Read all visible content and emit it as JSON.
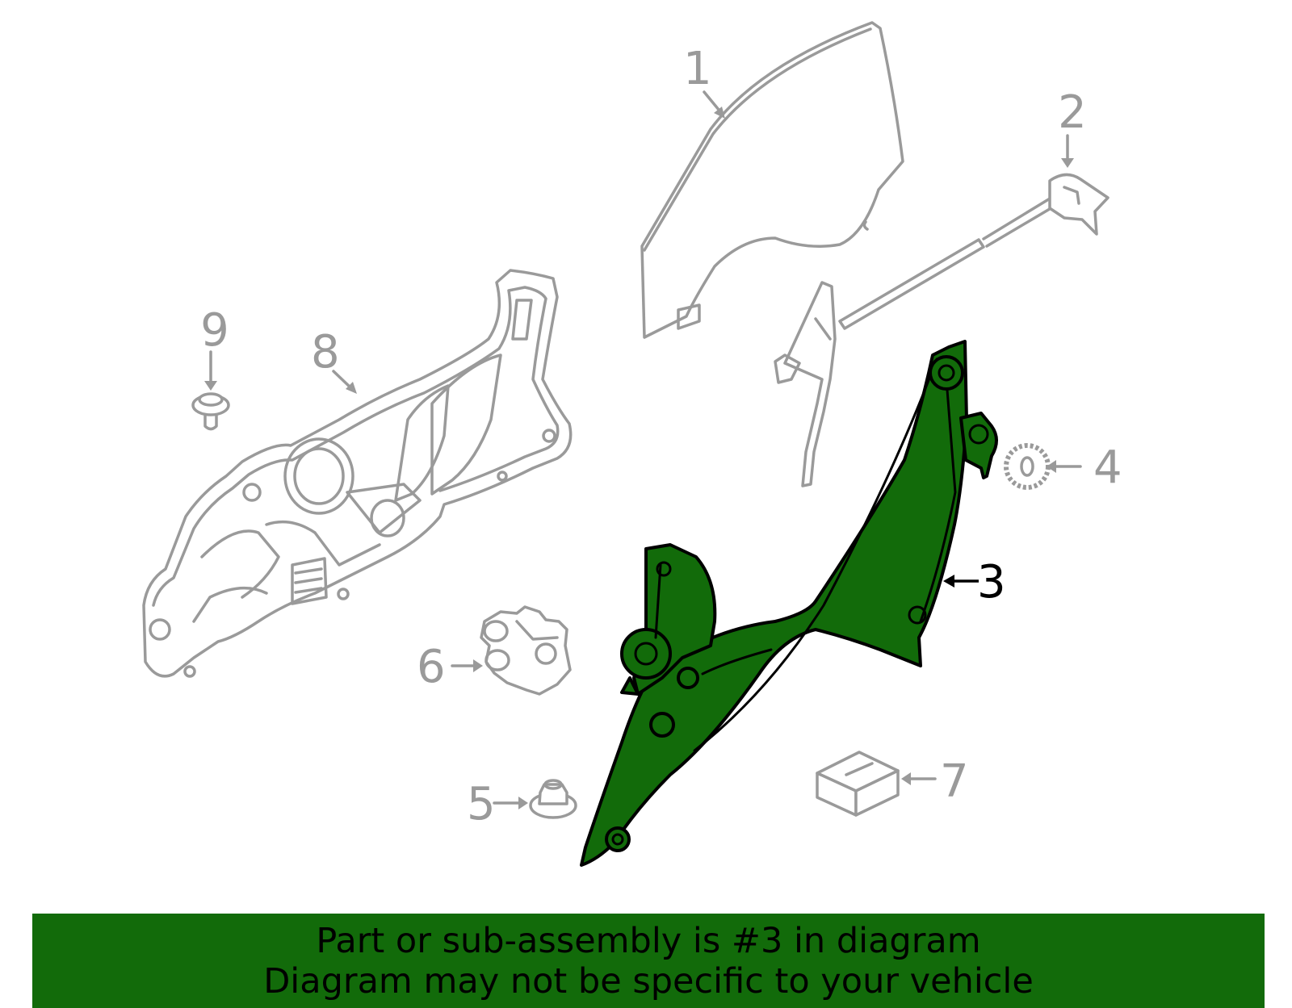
{
  "colors": {
    "highlight": "#126b0a",
    "part_outline": "#000000",
    "other_parts": "#9a9a9a",
    "banner_bg": "#126b0a",
    "banner_text": "#000000"
  },
  "callouts": [
    {
      "id": "1",
      "label": "1",
      "highlighted": false
    },
    {
      "id": "2",
      "label": "2",
      "highlighted": false
    },
    {
      "id": "3",
      "label": "3",
      "highlighted": true
    },
    {
      "id": "4",
      "label": "4",
      "highlighted": false
    },
    {
      "id": "5",
      "label": "5",
      "highlighted": false
    },
    {
      "id": "6",
      "label": "6",
      "highlighted": false
    },
    {
      "id": "7",
      "label": "7",
      "highlighted": false
    },
    {
      "id": "8",
      "label": "8",
      "highlighted": false
    },
    {
      "id": "9",
      "label": "9",
      "highlighted": false
    }
  ],
  "banner": {
    "line1": "Part or sub-assembly is #3 in diagram",
    "line2": "Diagram may not be specific to your vehicle"
  }
}
